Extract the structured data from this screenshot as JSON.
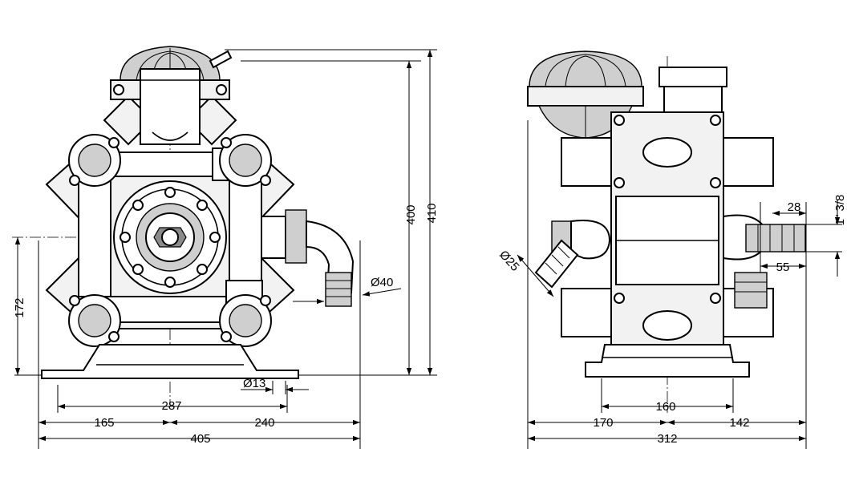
{
  "front_view": {
    "dims": {
      "overall_height": "410",
      "height_to_dome": "400",
      "shaft_height": "172",
      "outlet_diameter": "Ø40",
      "mount_hole_diameter": "Ø13",
      "hole_spacing": "287",
      "left_offset": "165",
      "right_offset": "240",
      "overall_width": "405"
    }
  },
  "side_view": {
    "dims": {
      "inlet_diameter": "Ø25",
      "thread": "1\" 3/8",
      "thread_length_short": "28",
      "thread_length_long": "55",
      "hole_spacing": "160",
      "left_offset": "170",
      "right_offset": "142",
      "overall_depth": "312"
    }
  }
}
